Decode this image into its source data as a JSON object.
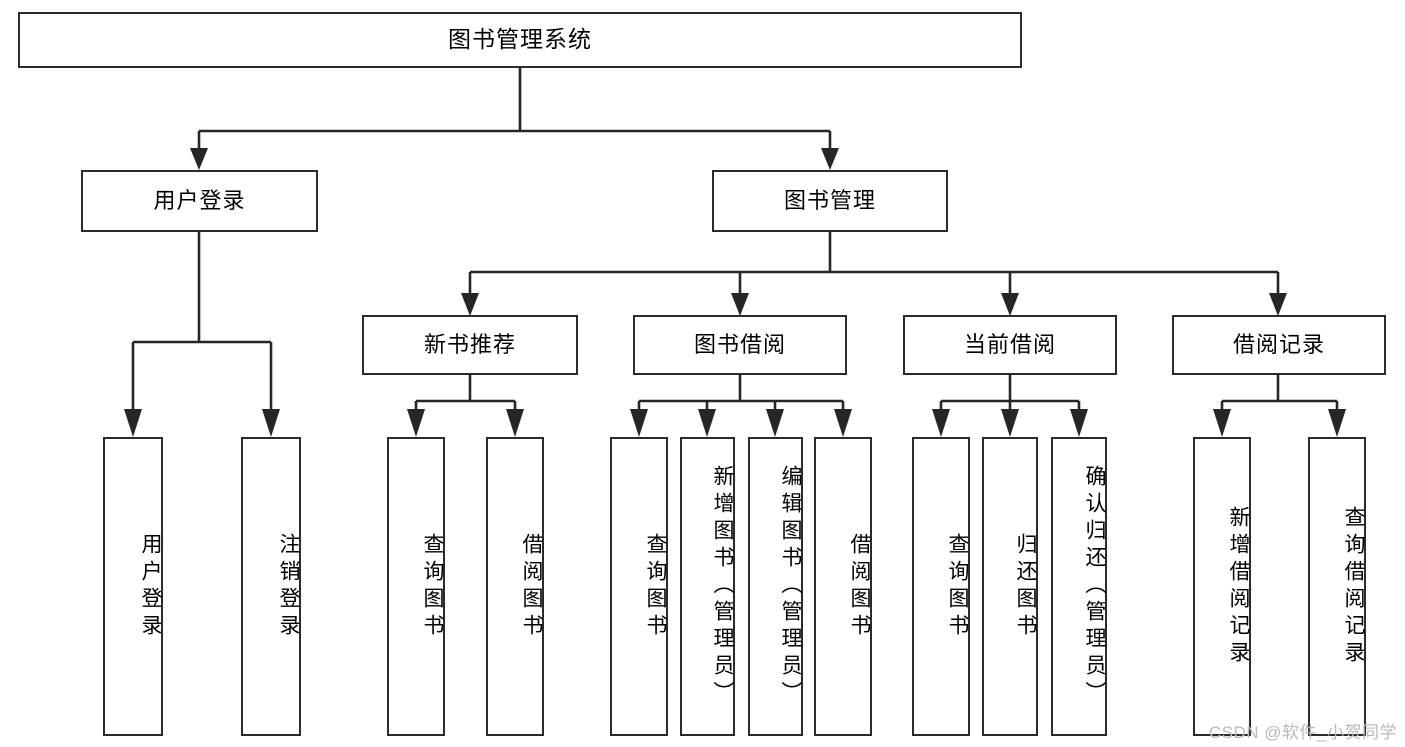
{
  "diagram": {
    "title": "图书管理系统",
    "type": "tree",
    "watermark": "CSDN @软件_小贺同学",
    "colors": {
      "stroke": "#2b2b2b",
      "fill": "#ffffff",
      "text": "#000000",
      "watermark": "#b9b9b9"
    },
    "root": {
      "label": "图书管理系统"
    },
    "level1": [
      {
        "label": "用户登录"
      },
      {
        "label": "图书管理"
      }
    ],
    "level2": [
      {
        "label": "新书推荐"
      },
      {
        "label": "图书借阅"
      },
      {
        "label": "当前借阅"
      },
      {
        "label": "借阅记录"
      }
    ],
    "leaves": {
      "user_login": [
        {
          "label": "用户登录"
        },
        {
          "label": "注销登录"
        }
      ],
      "new_book": [
        {
          "label": "查询图书"
        },
        {
          "label": "借阅图书"
        }
      ],
      "book_borrow": [
        {
          "label": "查询图书"
        },
        {
          "label": "新增图书（管理员）"
        },
        {
          "label": "编辑图书（管理员）"
        },
        {
          "label": "借阅图书"
        }
      ],
      "current_borrow": [
        {
          "label": "查询图书"
        },
        {
          "label": "归还图书"
        },
        {
          "label": "确认归还（管理员）"
        }
      ],
      "borrow_record": [
        {
          "label": "新增借阅记录"
        },
        {
          "label": "查询借阅记录"
        }
      ]
    }
  }
}
